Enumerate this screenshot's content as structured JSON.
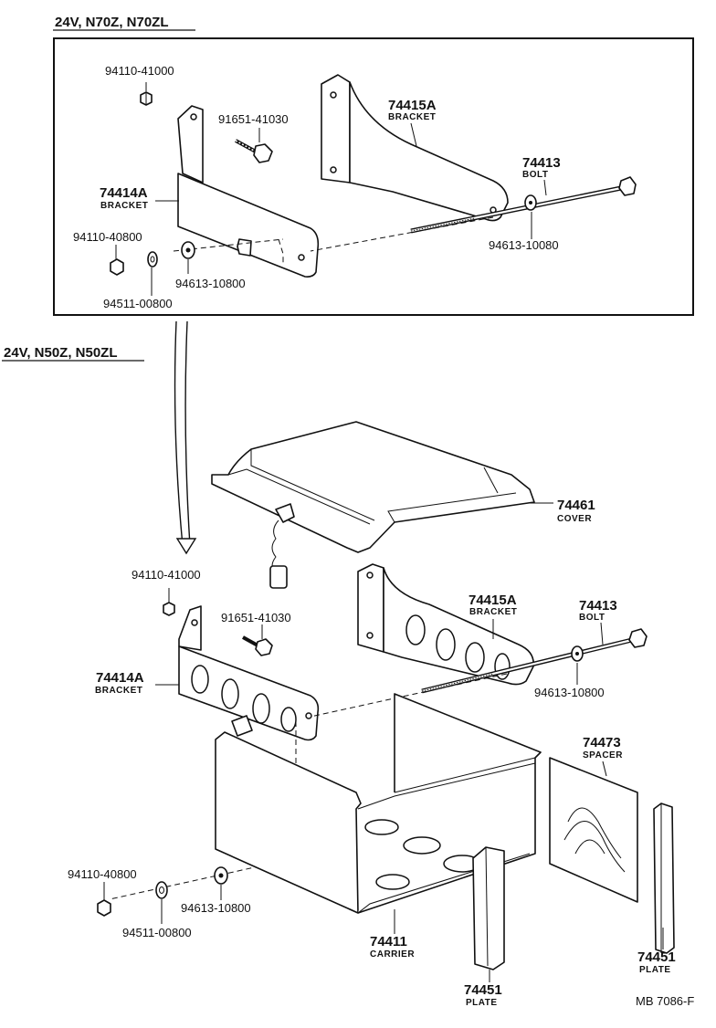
{
  "variants": [
    {
      "title": "24V, N70Z, N70ZL"
    },
    {
      "title": "24V, N50Z, N50ZL"
    }
  ],
  "top_labels": {
    "nut_top": "94110-41000",
    "bolt_small": "91651-41030",
    "bracket_left_num": "74414A",
    "bracket_left_cap": "BRACKET",
    "bracket_right_num": "74415A",
    "bracket_right_cap": "BRACKET",
    "bolt_num": "74413",
    "bolt_cap": "BOLT",
    "washer_right": "94613-10080",
    "nut_small": "94110-40800",
    "washer_left": "94613-10800",
    "spring_washer": "94511-00800"
  },
  "bottom_labels": {
    "nut_top": "94110-41000",
    "bolt_small": "91651-41030",
    "bracket_left_num": "74414A",
    "bracket_left_cap": "BRACKET",
    "bracket_right_num": "74415A",
    "bracket_right_cap": "BRACKET",
    "bolt_num": "74413",
    "bolt_cap": "BOLT",
    "washer_right": "94613-10800",
    "cover_num": "74461",
    "cover_cap": "COVER",
    "spacer_num": "74473",
    "spacer_cap": "SPACER",
    "nut_small": "94110-40800",
    "spring_washer": "94511-00800",
    "washer_left": "94613-10800",
    "carrier_num": "74411",
    "carrier_cap": "CARRIER",
    "plate_center_num": "74451",
    "plate_center_cap": "PLATE",
    "plate_right_num": "74451",
    "plate_right_cap": "PLATE"
  },
  "footer_code": "MB 7086-F"
}
